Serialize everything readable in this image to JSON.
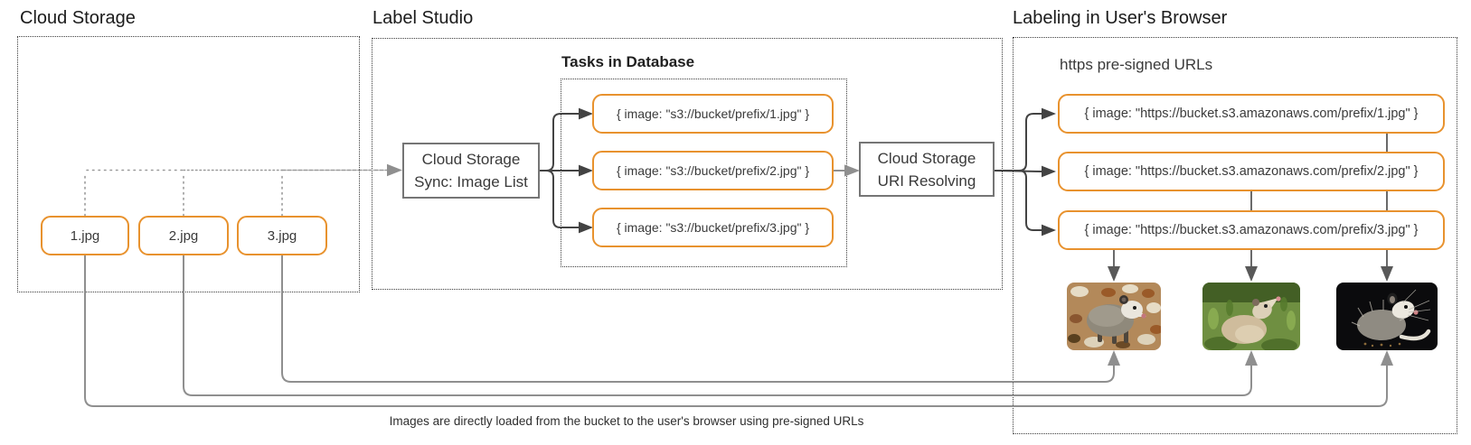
{
  "cloud_storage": {
    "title": "Cloud Storage",
    "files": [
      "1.jpg",
      "2.jpg",
      "3.jpg"
    ]
  },
  "label_studio": {
    "title": "Label Studio",
    "sync_box": {
      "line1": "Cloud Storage",
      "line2": "Sync: Image List"
    },
    "tasks_db_title": "Tasks in Database",
    "tasks": [
      "{ image: \"s3://bucket/prefix/1.jpg\" }",
      "{ image: \"s3://bucket/prefix/2.jpg\" }",
      "{ image: \"s3://bucket/prefix/3.jpg\" }"
    ],
    "resolver_box": {
      "line1": "Cloud Storage",
      "line2": "URI Resolving"
    }
  },
  "browser": {
    "title": "Labeling in User's Browser",
    "urls_label": "https pre-signed URLs",
    "urls": [
      "{ image: \"https://bucket.s3.amazonaws.com/prefix/1.jpg\" }",
      "{ image: \"https://bucket.s3.amazonaws.com/prefix/2.jpg\" }",
      "{ image: \"https://bucket.s3.amazonaws.com/prefix/3.jpg\" }"
    ],
    "photos": [
      "opossum photo on autumn leaves",
      "opossum photo in green grass",
      "opossum photo on black background"
    ]
  },
  "caption": "Images are directly loaded from the bucket to the user's browser using pre-signed URLs",
  "colors": {
    "accent_orange": "#E8922E",
    "node_border_gray": "#757575",
    "arrow_dark": "#434343",
    "line_gray": "#8F8F8F",
    "line_mid": "#595959",
    "dotted_border": "#3C3C3C",
    "text_dark": "#3A3A3A",
    "title_dark": "#1B1B1B"
  }
}
